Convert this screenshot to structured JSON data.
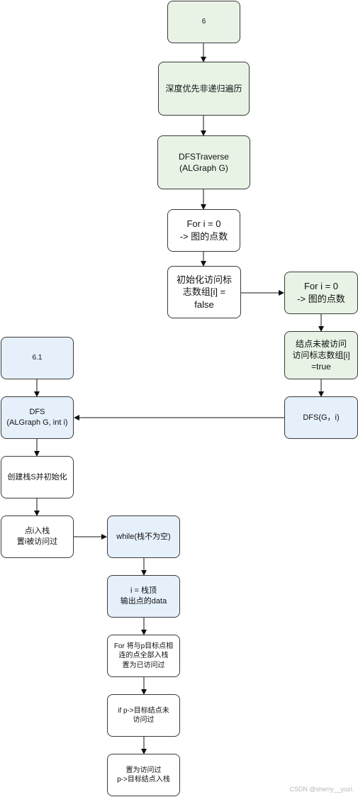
{
  "nodes": {
    "n6": "6",
    "dfs_title": "深度优先非递归遍历",
    "dfs_traverse": "DFSTraverse\n(ALGraph G)",
    "for_i_left": "For i = 0\n-> 图的点数",
    "init_visited": "初始化访问标\n志数组[i] =\nfalse",
    "for_i_right": "For i = 0\n-> 图的点数",
    "not_visited": "结点未被访问\n访问标志数组[i]\n=true",
    "dfs_call": "DFS(G，i)",
    "n61": "6.1",
    "dfs_func": "DFS\n(ALGraph G, int i)",
    "create_stack": "创建栈S并初始化",
    "push_i": "点i入栈\n置i被访问过",
    "while_loop": "while(栈不为空)",
    "pop_top": "i = 栈顶\n输出点的data",
    "for_push": "For 将与p目标点相\n连的点全部入栈\n置为已访问过",
    "if_unvisited": "if p->目标结点未\n访问过",
    "set_visited": "置为访问过\np->目标结点入栈"
  },
  "colors": {
    "green_fill": "#e8f3e6",
    "blue_fill": "#e6f0fb",
    "white_fill": "#ffffff",
    "stroke": "#3a3a3a"
  },
  "watermark": "CSDN @sherry__yuzi."
}
